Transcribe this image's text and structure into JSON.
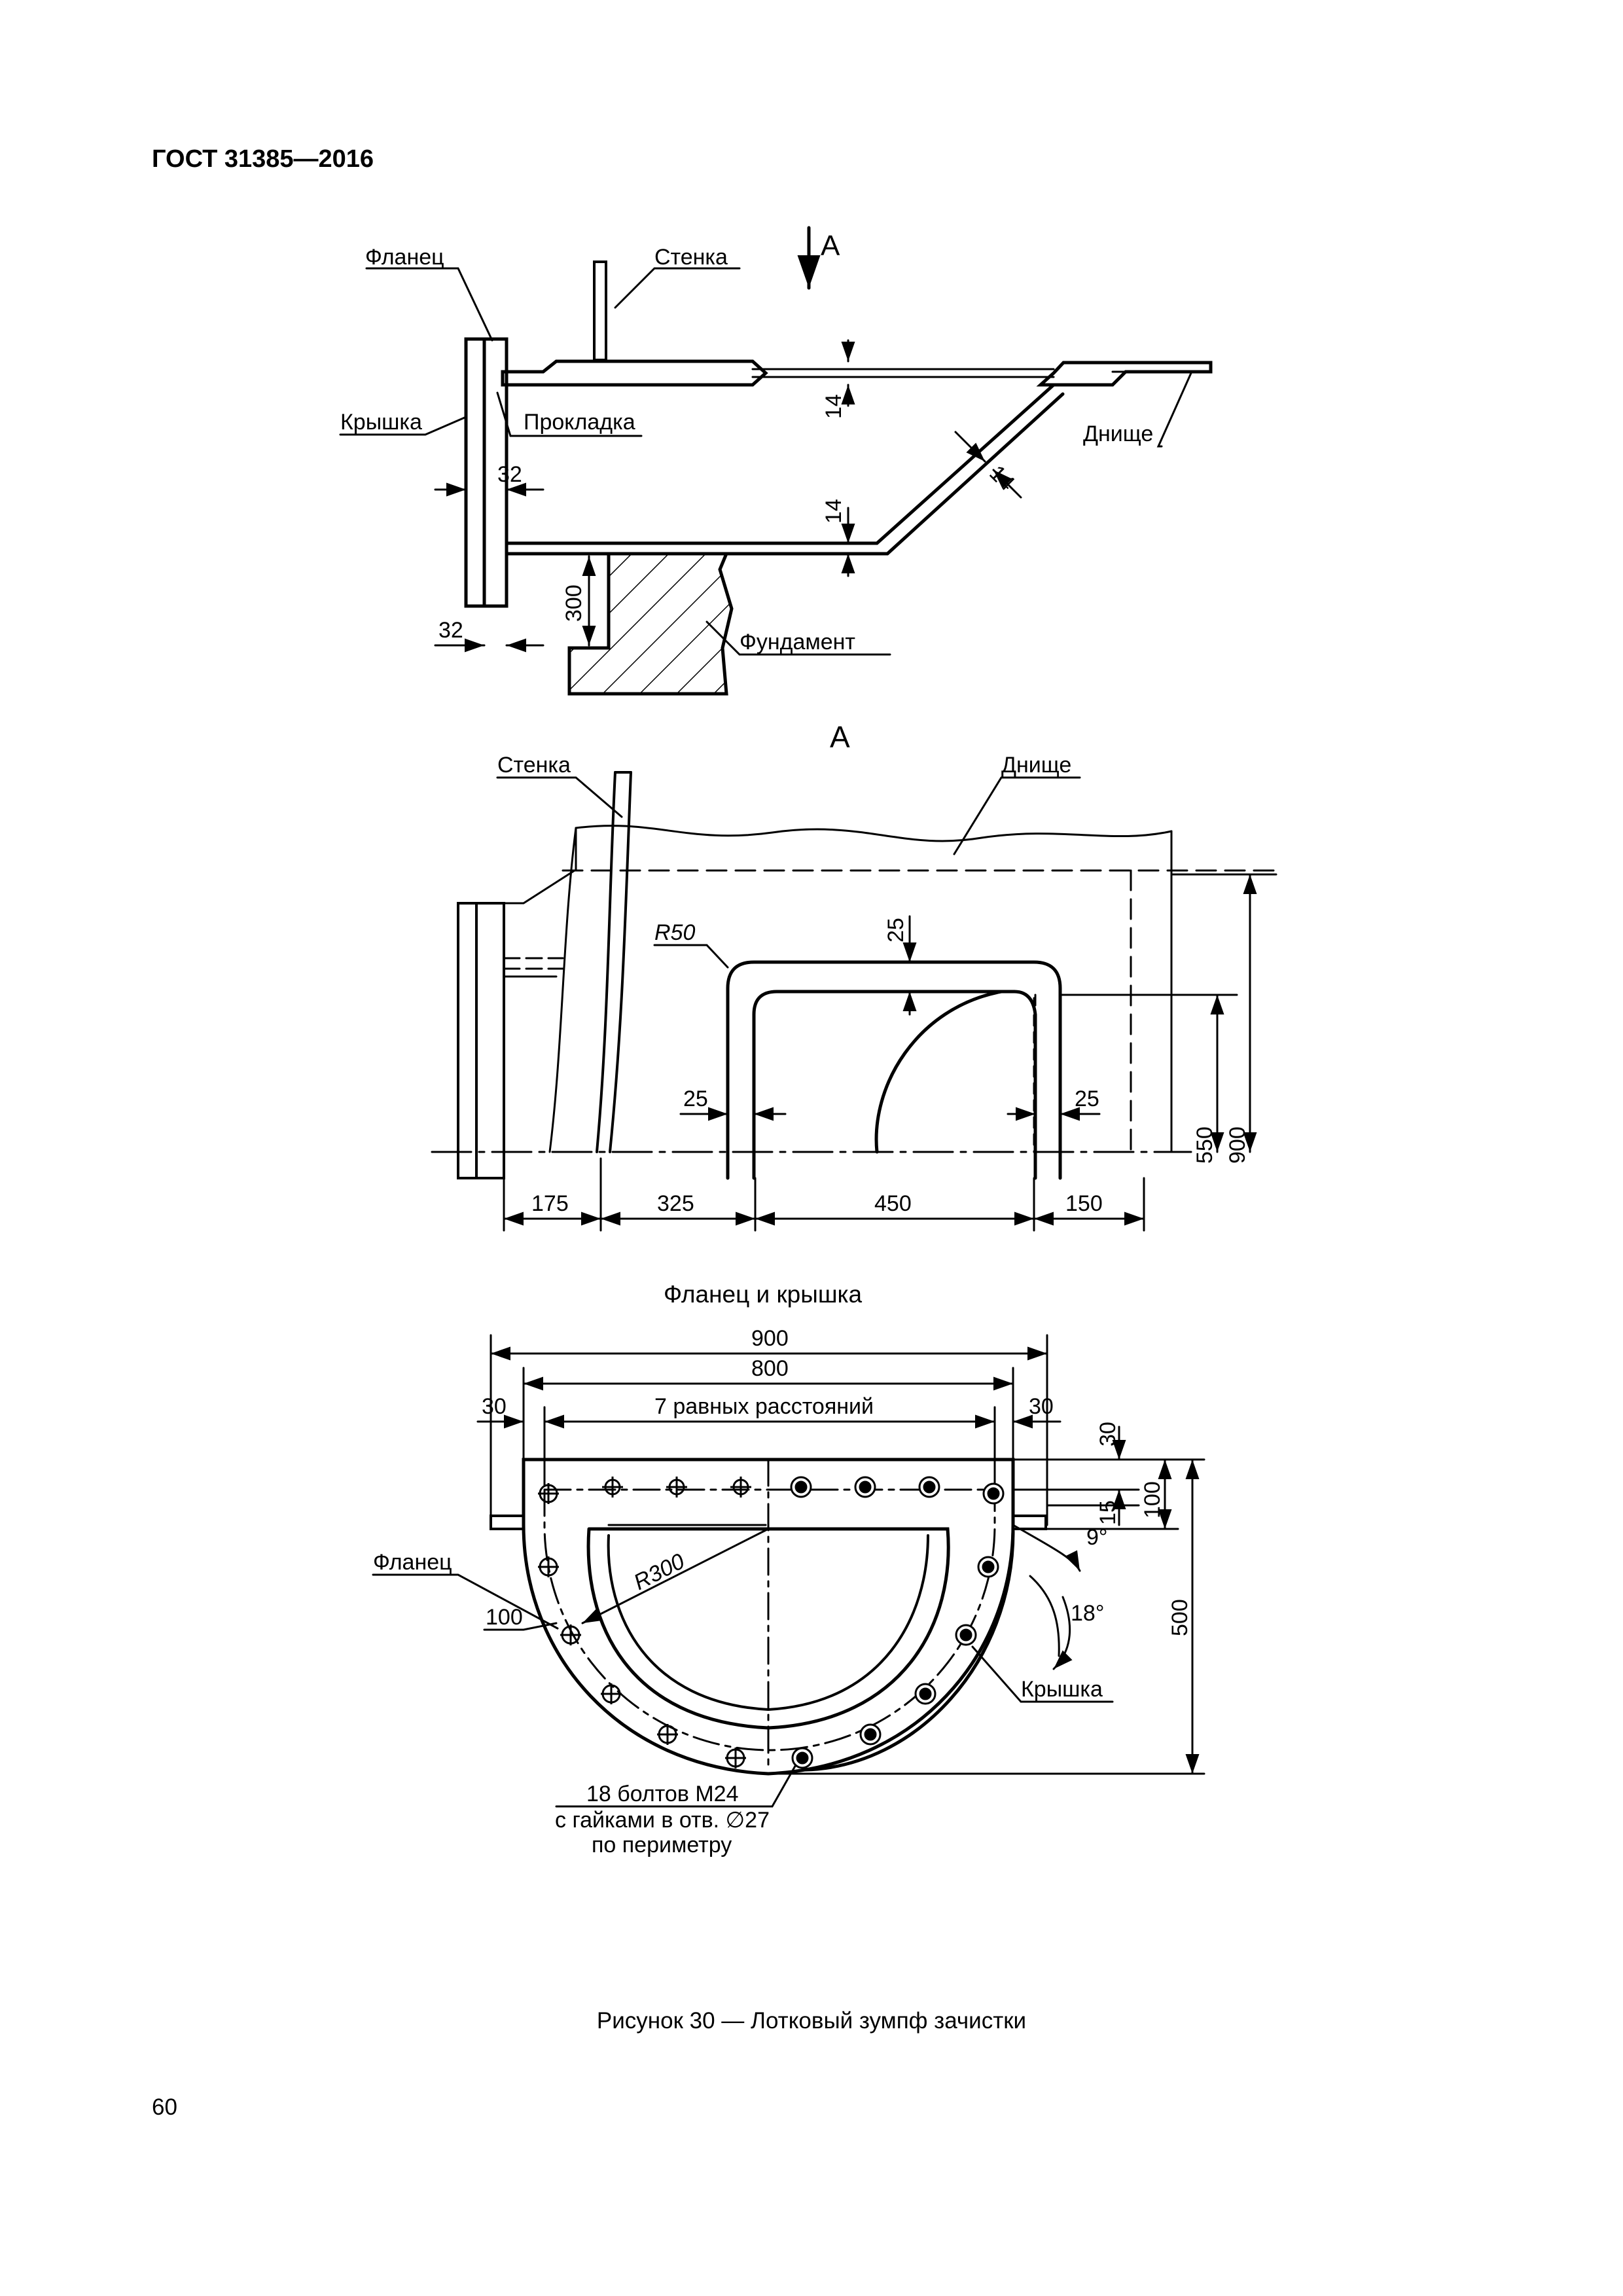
{
  "header": {
    "standard": "ГОСТ 31385—2016"
  },
  "section": {
    "labels": {
      "flange": "Фланец",
      "wall": "Стенка",
      "cover": "Крышка",
      "gasket": "Прокладка",
      "bottom": "Днище",
      "foundation": "Фундамент",
      "view_arrow": "A"
    },
    "dims": {
      "d14_top": "14",
      "d14_bot": "14",
      "d14_slope": "14",
      "d32_a": "32",
      "d32_b": "32",
      "d300": "300"
    }
  },
  "view_a": {
    "title": "A",
    "labels": {
      "wall": "Стенка",
      "bottom": "Днище",
      "radius": "R50"
    },
    "dims": {
      "d25_top": "25",
      "d25_left": "25",
      "d25_right": "25",
      "d550": "550",
      "d900": "900",
      "d175": "175",
      "d325": "325",
      "d450": "450",
      "d150": "150"
    }
  },
  "flange_view": {
    "title": "Фланец и крышка",
    "labels": {
      "flange": "Фланец",
      "cover": "Крышка",
      "radius": "R300"
    },
    "dims": {
      "d900": "900",
      "d800": "800",
      "equal": "7 равных расстояний",
      "d30_left": "30",
      "d30_right": "30",
      "d30_v": "30",
      "d15": "15",
      "d100_v": "100",
      "d100": "100",
      "d500": "500",
      "a9": "9°",
      "a18": "18°"
    },
    "note": {
      "line1": "18 болтов М24",
      "line2": "с гайками в отв. ∅27",
      "line3": "по периметру"
    }
  },
  "caption": "Рисунок 30 — Лотковый зумпф зачистки",
  "page_number": "60"
}
